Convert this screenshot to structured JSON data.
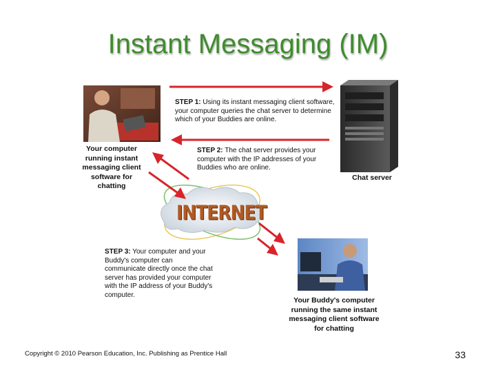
{
  "title": "Instant Messaging (IM)",
  "steps": [
    {
      "label": "STEP 1:",
      "text": "Using its instant messaging client software, your computer queries the chat server to determine which of your Buddies are online."
    },
    {
      "label": "STEP 2:",
      "text": "The chat server provides your computer with the IP addresses of your Buddies who are online."
    },
    {
      "label": "STEP 3:",
      "text": "Your computer and your Buddy's computer can communicate directly once the chat server has provided your computer with the IP address of your Buddy's computer."
    }
  ],
  "captions": {
    "your_computer": "Your computer running instant messaging client software for chatting",
    "chat_server": "Chat server",
    "buddy_computer": "Your Buddy's computer running the same instant messaging client software for chatting"
  },
  "internet_label": "INTERNET",
  "footer": "Copyright © 2010 Pearson Education, Inc. Publishing as Prentice Hall",
  "page_number": "33",
  "colors": {
    "title": "#3f8c2e",
    "arrow": "#d8242a",
    "internet": "#b05a24"
  }
}
